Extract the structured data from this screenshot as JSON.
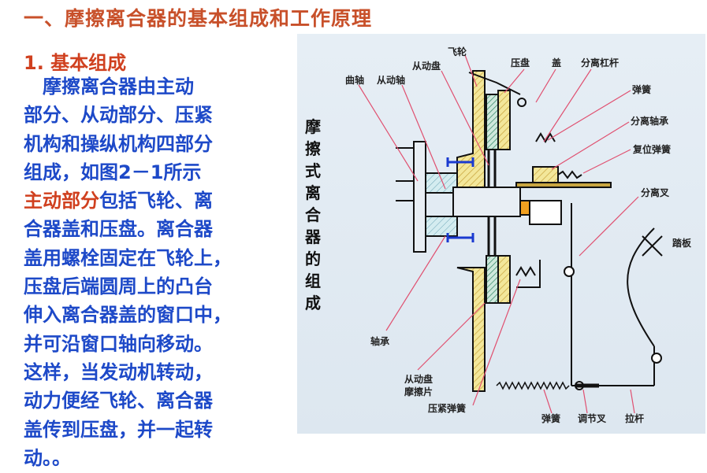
{
  "title": "一、摩擦离合器的基本组成和工作原理",
  "section": "1. 基本组成",
  "body": {
    "lines": [
      "　摩擦离合器由主动",
      "部分、从动部分、压紧",
      "机构和操纵机构四部分",
      "组成，如图2－1所示"
    ],
    "highlight": "主动部分",
    "highlight_rest": "包括飞轮、离",
    "lines2": [
      "合器盖和压盘。离合器",
      "盖用螺栓固定在飞轮上，",
      "压盘后端圆周上的凸台",
      "伸入离合器盖的窗口中，",
      "并可沿窗口轴向移动。",
      "这样，当发动机转动，",
      "动力便经飞轮、离合器",
      "盖传到压盘，并一起转",
      "动。。"
    ]
  },
  "diagram": {
    "vertical_title": [
      "摩",
      "擦",
      "式",
      "离",
      "合",
      "器",
      "的",
      "组",
      "成"
    ],
    "labels": {
      "flywheel": "飞轮",
      "driven_disc": "从动盘",
      "crankshaft": "曲轴",
      "driven_shaft": "从动轴",
      "pressure_plate": "压盘",
      "cover": "盖",
      "release_lever": "分离杠杆",
      "spring": "弹簧",
      "release_bearing": "分离轴承",
      "return_spring": "复位弹簧",
      "release_fork": "分离叉",
      "pedal": "踏板",
      "bearing": "轴承",
      "driven_disc2": "从动盘",
      "friction_plate": "摩擦片",
      "pressure_spring": "压紧弹簧",
      "spring2": "弹簧",
      "adjust_fork": "调节叉",
      "pull_rod": "拉杆"
    }
  }
}
